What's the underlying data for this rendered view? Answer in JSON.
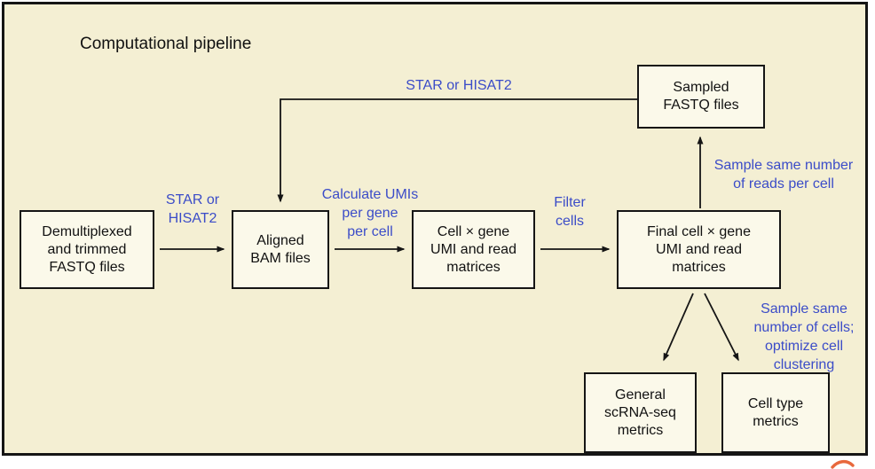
{
  "title": "Computational pipeline",
  "nodes": [
    {
      "name": "demultiplexed-fastq",
      "label": "Demultiplexed\nand trimmed\nFASTQ files"
    },
    {
      "name": "aligned-bam",
      "label": "Aligned\nBAM files"
    },
    {
      "name": "cell-gene-matrices",
      "label": "Cell × gene\nUMI and read\nmatrices"
    },
    {
      "name": "final-matrices",
      "label": "Final cell × gene\nUMI and read\nmatrices"
    },
    {
      "name": "sampled-fastq",
      "label": "Sampled\nFASTQ files"
    },
    {
      "name": "general-metrics",
      "label": "General\nscRNA-seq\nmetrics"
    },
    {
      "name": "celltype-metrics",
      "label": "Cell type\nmetrics"
    }
  ],
  "edge_labels": [
    {
      "name": "align-main",
      "text": "STAR or\nHISAT2"
    },
    {
      "name": "calculate-umis",
      "text": "Calculate UMIs\nper gene\nper cell"
    },
    {
      "name": "filter-cells",
      "text": "Filter\ncells"
    },
    {
      "name": "align-resampled",
      "text": "STAR or HISAT2"
    },
    {
      "name": "sample-reads",
      "text": "Sample same number\nof reads per cell"
    },
    {
      "name": "sample-cells",
      "text": "Sample same\nnumber of cells;\noptimize cell\nclustering"
    }
  ],
  "colors": {
    "frame_background": "#f4efd3",
    "box_fill": "#fbf9ea",
    "border_black": "#151515",
    "label_blue": "#3b4cc8",
    "swoosh_orange": "#e8683c"
  }
}
